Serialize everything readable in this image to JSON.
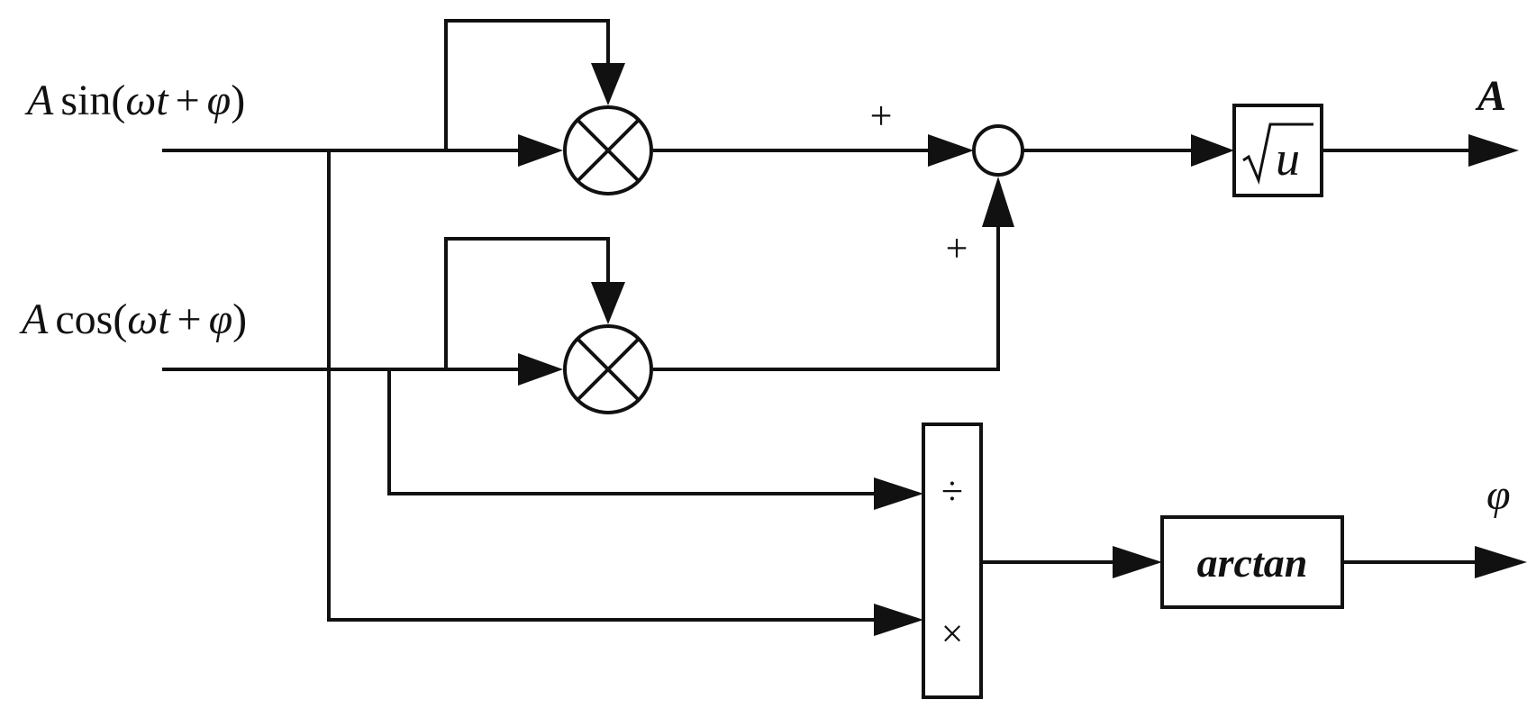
{
  "inputs": {
    "sin_input": {
      "amp": "A",
      "func": "sin",
      "open": "(",
      "omega": "ω",
      "t": "t",
      "plus": "+",
      "phi": "φ",
      "close": ")"
    },
    "cos_input": {
      "amp": "A",
      "func": "cos",
      "open": "(",
      "omega": "ω",
      "t": "t",
      "plus": "+",
      "phi": "φ",
      "close": ")"
    }
  },
  "sum_signs": {
    "top": "+",
    "bottom": "+"
  },
  "sqrt_block": {
    "radicand": "u"
  },
  "divide_block": {
    "divide_sign": "÷",
    "multiply_sign": "×"
  },
  "arctan_block": {
    "label": "arctan"
  },
  "outputs": {
    "amplitude": "A",
    "phase": "φ"
  }
}
